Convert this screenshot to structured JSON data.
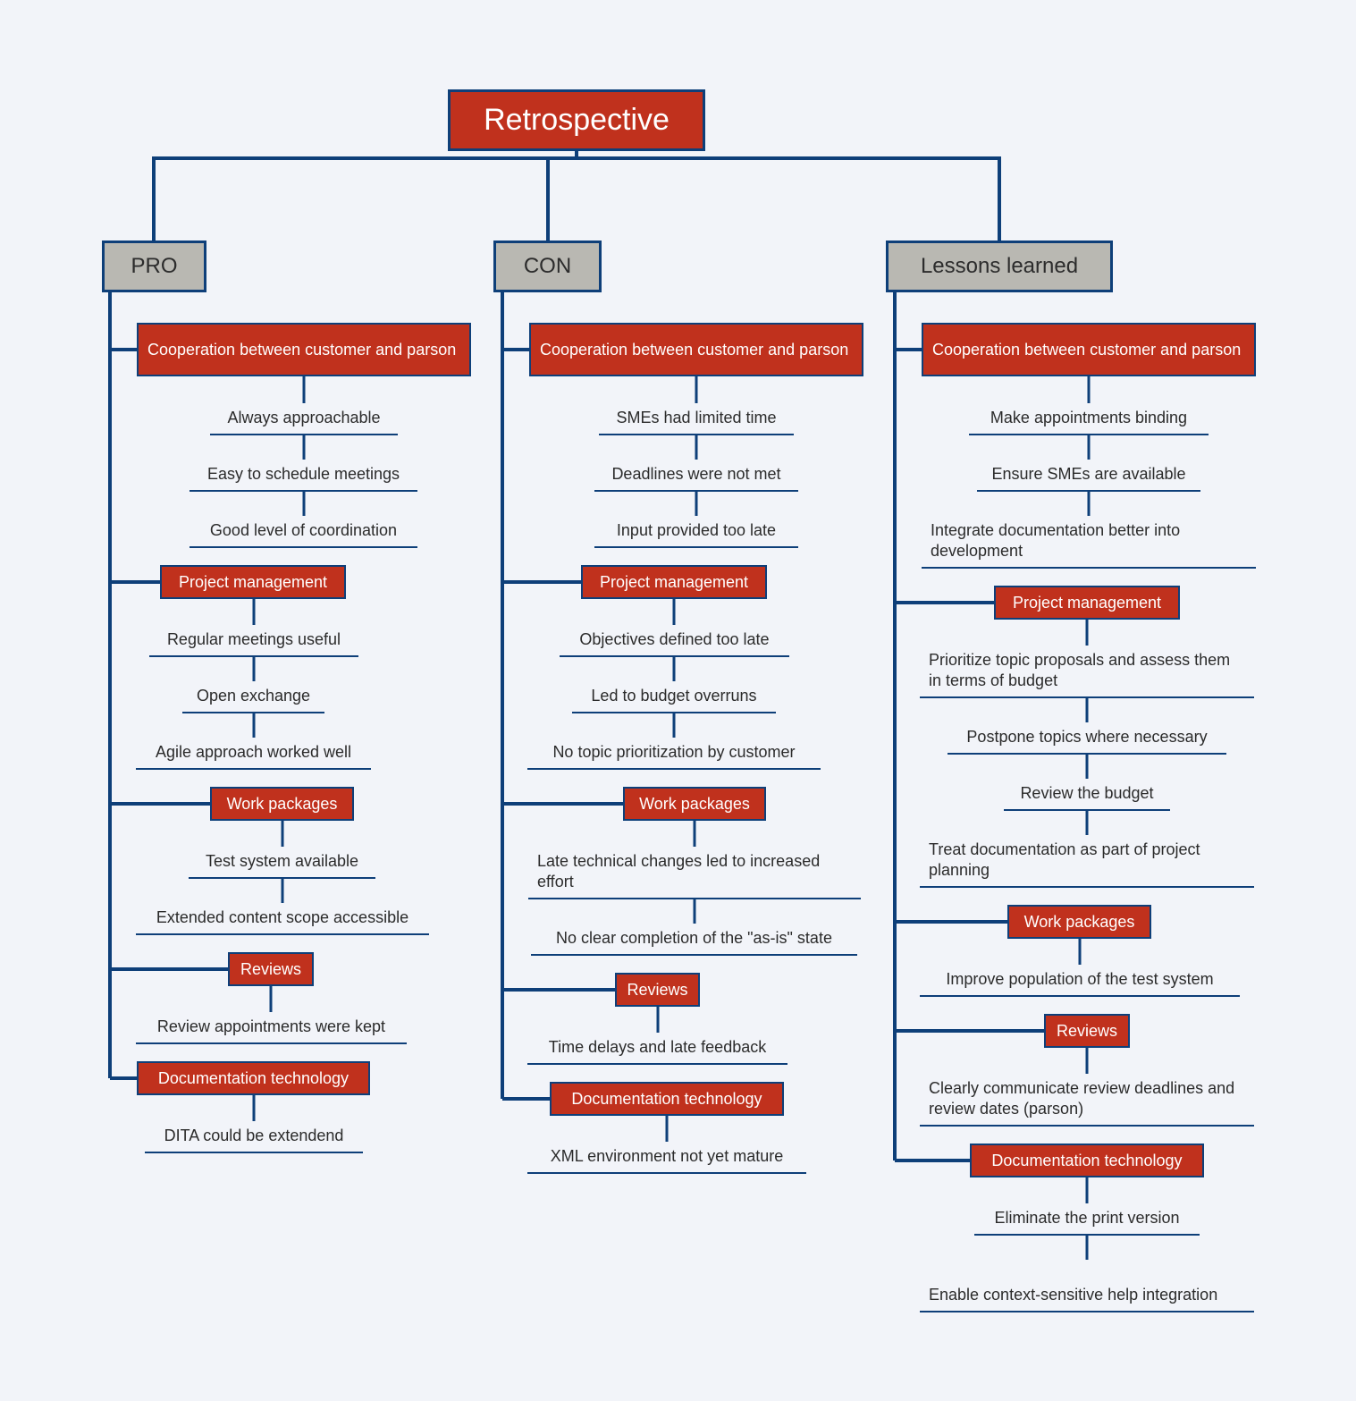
{
  "root": {
    "title": "Retrospective"
  },
  "columns": [
    {
      "name": "PRO",
      "sections": [
        {
          "title": "Cooperation between customer and parson",
          "items": [
            "Always approachable",
            "Easy to schedule meetings",
            "Good level of coordination"
          ]
        },
        {
          "title": "Project management",
          "items": [
            "Regular meetings useful",
            "Open exchange",
            "Agile approach worked well"
          ]
        },
        {
          "title": "Work packages",
          "items": [
            "Test system available",
            "Extended content scope accessible"
          ]
        },
        {
          "title": "Reviews",
          "items": [
            "Review appointments were kept"
          ]
        },
        {
          "title": "Documentation technology",
          "items": [
            "DITA could be extendend"
          ]
        }
      ]
    },
    {
      "name": "CON",
      "sections": [
        {
          "title": "Cooperation between customer and parson",
          "items": [
            "SMEs had limited time",
            "Deadlines were not met",
            "Input provided too late"
          ]
        },
        {
          "title": "Project management",
          "items": [
            "Objectives defined too late",
            "Led to budget overruns",
            "No topic prioritization by customer"
          ]
        },
        {
          "title": "Work packages",
          "items": [
            "Late technical changes led to increased effort",
            "No clear completion of the \"as-is\" state"
          ]
        },
        {
          "title": "Reviews",
          "items": [
            "Time delays and late feedback"
          ]
        },
        {
          "title": "Documentation technology",
          "items": [
            "XML environment not yet mature"
          ]
        }
      ]
    },
    {
      "name": "Lessons learned",
      "sections": [
        {
          "title": "Cooperation between customer and parson",
          "items": [
            "Make appointments binding",
            "Ensure SMEs are available",
            "Integrate documentation better into development"
          ]
        },
        {
          "title": "Project management",
          "items": [
            "Prioritize topic proposals and assess them in terms of budget",
            "Postpone topics where necessary",
            "Review the budget",
            "Treat documentation as part of project planning"
          ]
        },
        {
          "title": "Work packages",
          "items": [
            "Improve population of the test system"
          ]
        },
        {
          "title": "Reviews",
          "items": [
            "Clearly communicate review deadlines and review dates (parson)"
          ]
        },
        {
          "title": "Documentation technology",
          "items": [
            "Eliminate the print version",
            "Enable context-sensitive help integration"
          ]
        }
      ]
    }
  ],
  "colors": {
    "background": "#f2f4f9",
    "accent_red": "#c0311d",
    "line_blue": "#0e3f79",
    "header_gray": "#b9b8b2"
  }
}
